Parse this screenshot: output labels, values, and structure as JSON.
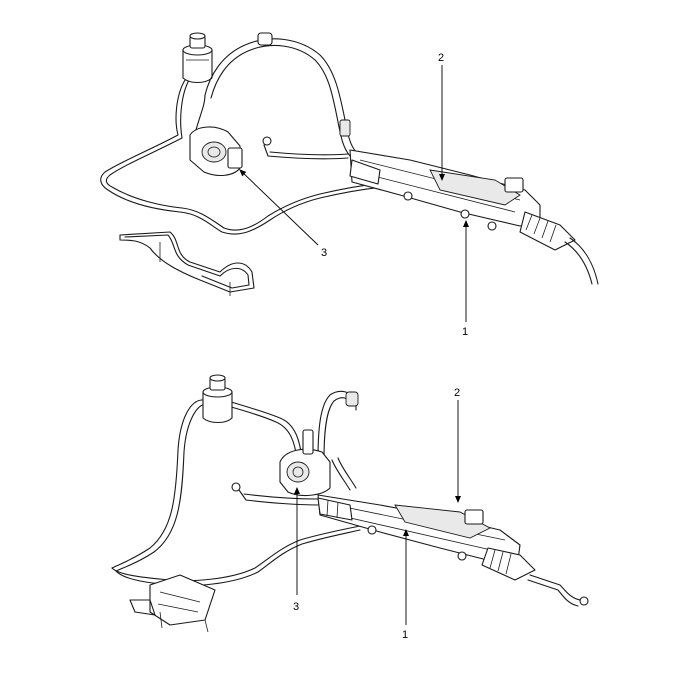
{
  "diagrams": [
    {
      "callouts": [
        {
          "number": "1",
          "target": "steering-gear-box"
        },
        {
          "number": "2",
          "target": "rack-housing"
        },
        {
          "number": "3",
          "target": "power-steering-pump"
        }
      ]
    },
    {
      "callouts": [
        {
          "number": "1",
          "target": "steering-gear-box"
        },
        {
          "number": "2",
          "target": "rack-housing"
        },
        {
          "number": "3",
          "target": "power-steering-pump"
        }
      ]
    }
  ],
  "colors": {
    "line": "#1a1a1a",
    "background": "#ffffff",
    "shade": "#e9e9e9"
  }
}
